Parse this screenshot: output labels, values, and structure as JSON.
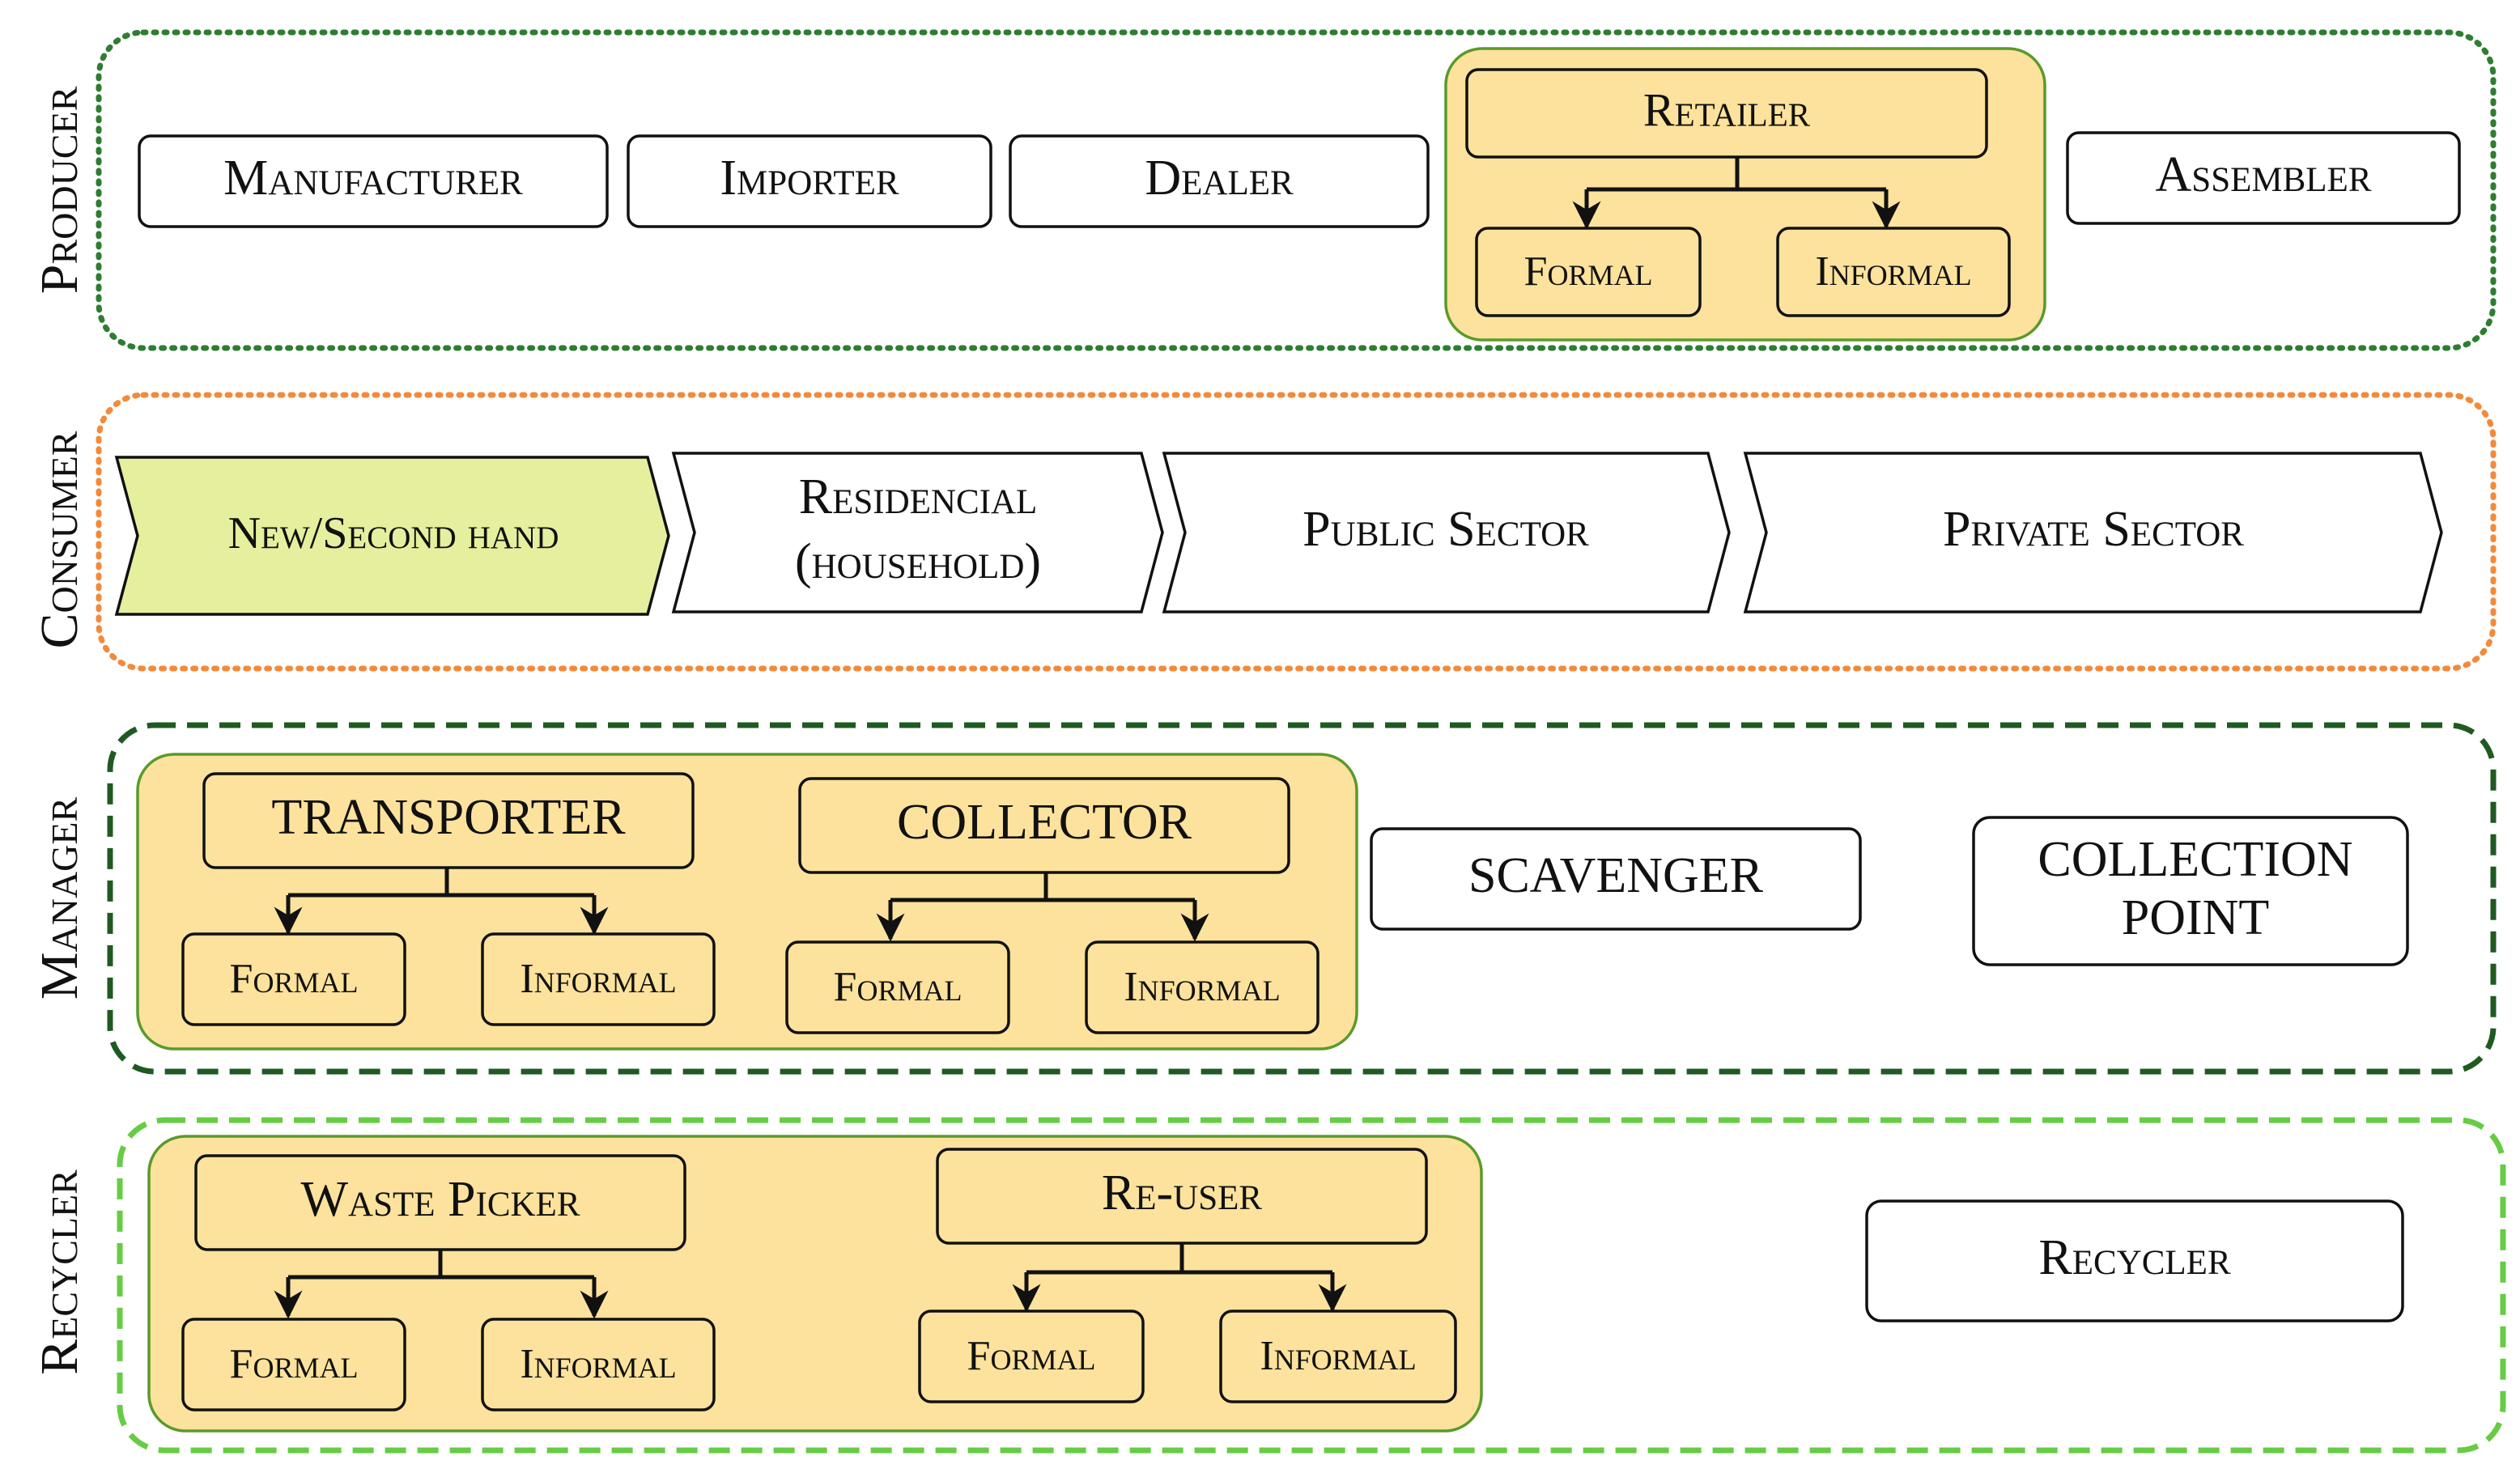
{
  "colors": {
    "producer_border": "#2e7d32",
    "consumer_border": "#f28a3c",
    "manager_border": "#1f5a22",
    "recycler_border": "#66cc44",
    "group_fill": "#fce29c",
    "group_border": "#5a9a2a",
    "box_fill": "#fce29c",
    "new_second_fill": "#e6ef9e",
    "box_stroke": "#111111",
    "text": "#111111"
  },
  "diagram": {
    "producer": {
      "label": "Producer",
      "manufacturer": "Manufacturer",
      "importer": "Importer",
      "dealer": "Dealer",
      "retailer": "Retailer",
      "retailer_formal": "Formal",
      "retailer_informal": "Informal",
      "assembler": "Assembler"
    },
    "consumer": {
      "label": "Consumer",
      "new_second_hand": "New/Second hand",
      "residencial_line1": "Residencial",
      "residencial_line2": "(household)",
      "public_sector": "Public Sector",
      "private_sector": "Private Sector"
    },
    "manager": {
      "label": "Manager",
      "transporter": "TRANSPORTER",
      "transporter_formal": "Formal",
      "transporter_informal": "Informal",
      "collector": "COLLECTOR",
      "collector_formal": "Formal",
      "collector_informal": "Informal",
      "scavenger": "SCAVENGER",
      "collection_point_line1": "COLLECTION",
      "collection_point_line2": "POINT"
    },
    "recycler": {
      "label": "Recycler",
      "waste_picker": "Waste Picker",
      "waste_picker_formal": "Formal",
      "waste_picker_informal": "Informal",
      "re_user": "Re-user",
      "re_user_formal": "Formal",
      "re_user_informal": "Informal",
      "recycler_box": "Recycler"
    }
  }
}
